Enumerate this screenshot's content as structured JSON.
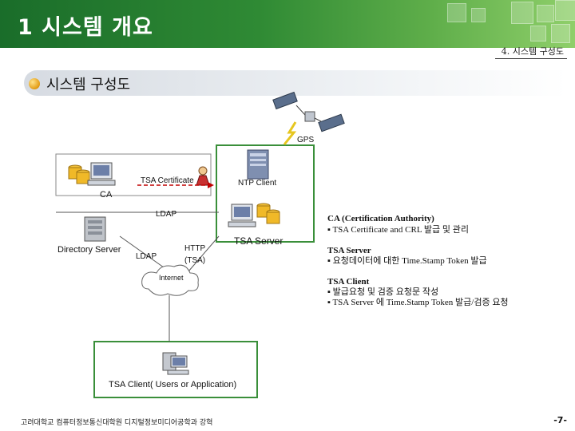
{
  "header": {
    "title": "1 시스템 개요"
  },
  "breadcrumb": "4. 시스템 구성도",
  "section": {
    "title": "시스템 구성도"
  },
  "diagram": {
    "gps": "GPS",
    "ntp_client": "NTP Client",
    "tsa_certificate": "TSA Certificate",
    "ca": "CA",
    "ldap_top": "LDAP",
    "ldap_bottom": "LDAP",
    "directory_server": "Directory  Server",
    "http": "HTTP",
    "tsa_paren": "(TSA)",
    "internet": "Internet",
    "tsa_server": "TSA Server",
    "tsa_client": "TSA Client( Users or Application)"
  },
  "info": {
    "ca_title": "CA (Certification Authority)",
    "ca_desc": "▪ TSA Certificate and CRL 발급 및 관리",
    "server_title": "TSA Server",
    "server_desc": "▪ 요청데이터에 대한 Time.Stamp Token 발급",
    "client_title": "TSA Client",
    "client_desc1": "▪ 발급요청 및 검증 요청문 작성",
    "client_desc2": "▪ TSA Server 에 Time.Stamp Token 발급/검증 요청"
  },
  "footer": {
    "text": "고려대학교 컴퓨터정보통신대학원 디지털정보미디어공학과 강혁",
    "page": "-7-"
  }
}
